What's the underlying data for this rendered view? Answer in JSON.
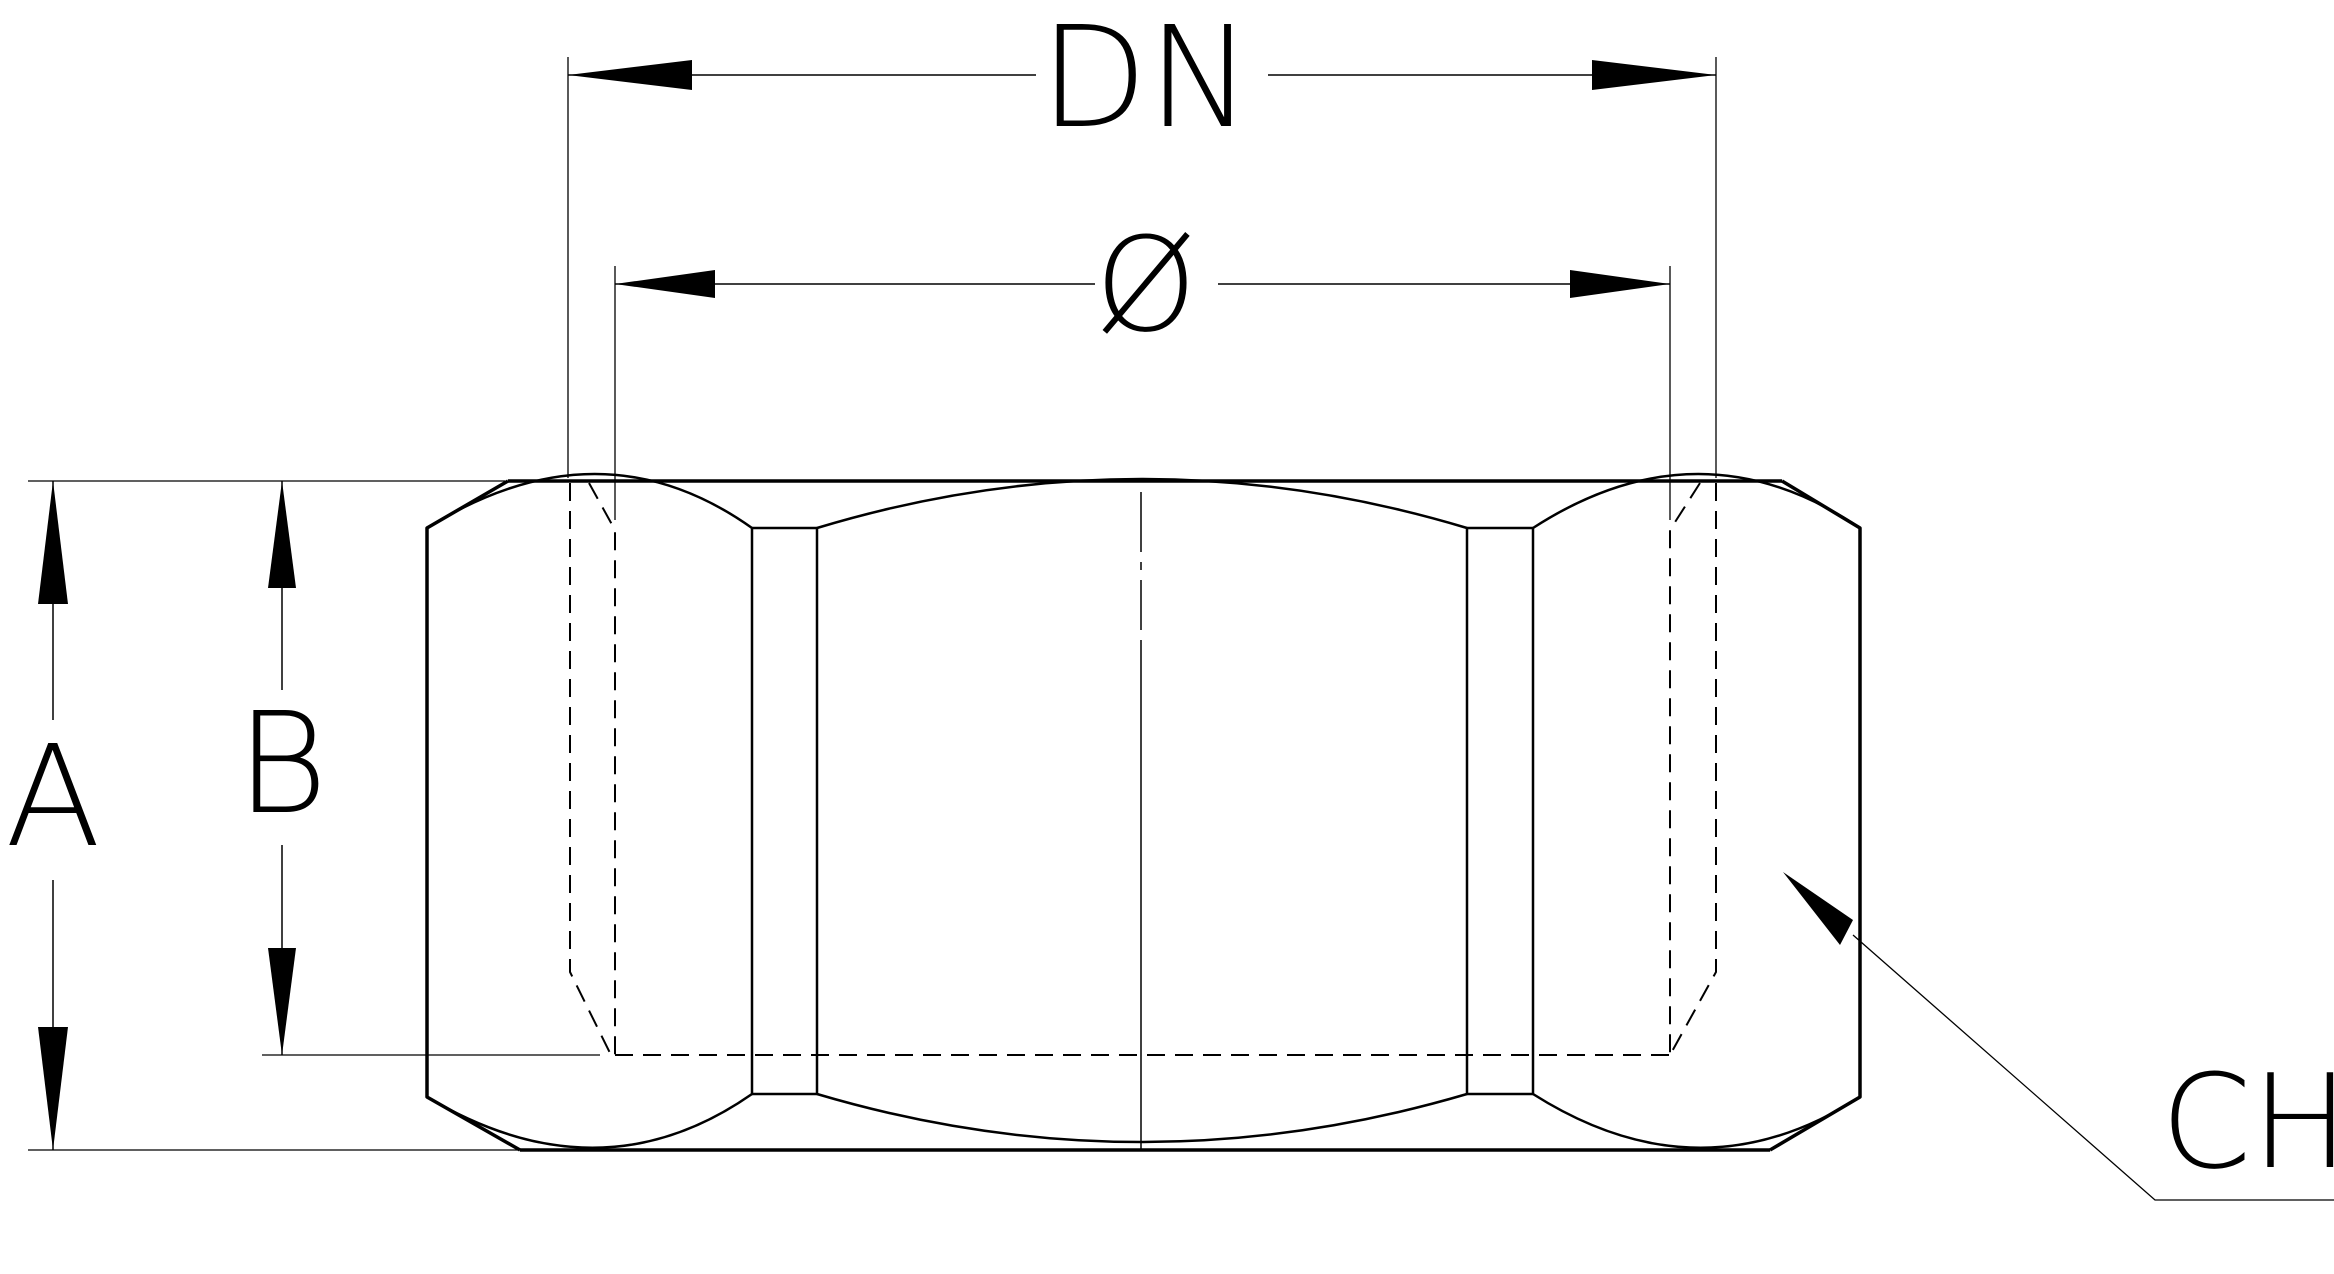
{
  "drawing": {
    "title": "",
    "line_color": "#000000",
    "background": "#ffffff",
    "labels": {
      "dn": "DN",
      "diameter": "Ø",
      "a": "A",
      "b": "B",
      "ch": "CH"
    }
  }
}
